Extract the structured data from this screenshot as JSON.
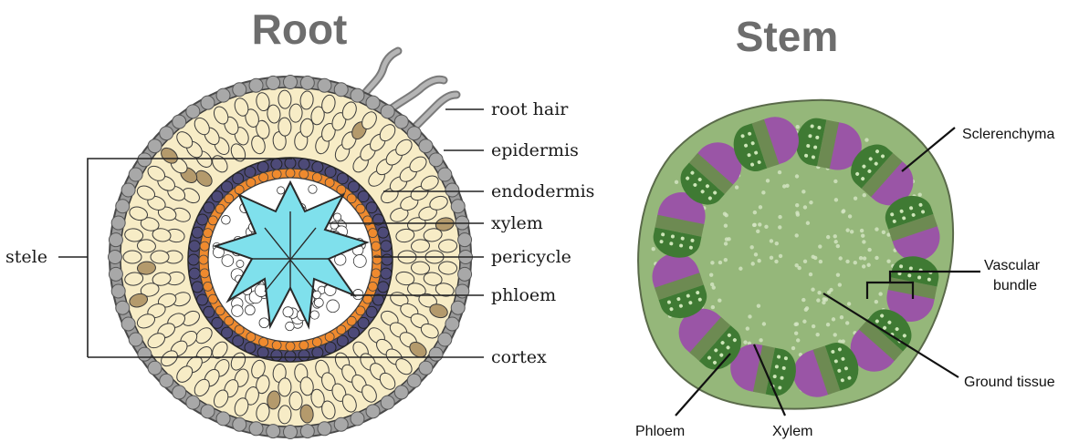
{
  "root": {
    "title": "Root",
    "labels": {
      "root_hair": "root hair",
      "epidermis": "epidermis",
      "endodermis": "endodermis",
      "xylem": "xylem",
      "pericycle": "pericycle",
      "phloem": "phloem",
      "cortex": "cortex",
      "stele": "stele"
    }
  },
  "stem": {
    "title": "Stem",
    "labels": {
      "sclerenchyma": "Sclerenchyma",
      "vascular_bundle_line1": "Vascular",
      "vascular_bundle_line2": "bundle",
      "ground_tissue": "Ground tissue",
      "phloem": "Phloem",
      "xylem": "Xylem"
    },
    "bundle_count": 12
  },
  "colors": {
    "title_gray": "#6d6d6d",
    "epidermis_gray": "#9a9a9a",
    "cortex_cell": "#f7ecc6",
    "cortex_wall": "#3a3a3a",
    "starch_brown": "#b49a6c",
    "endodermis_purple": "#4d4a78",
    "pericycle_orange": "#ef8a2e",
    "xylem_cyan": "#7fe0ec",
    "stem_ground": "#95b77a",
    "stem_dot": "#d6e6c6",
    "sclerenchyma_purple": "#9a55a6",
    "phloem_olive": "#6d8a52",
    "xylem_green": "#3f7a33"
  }
}
